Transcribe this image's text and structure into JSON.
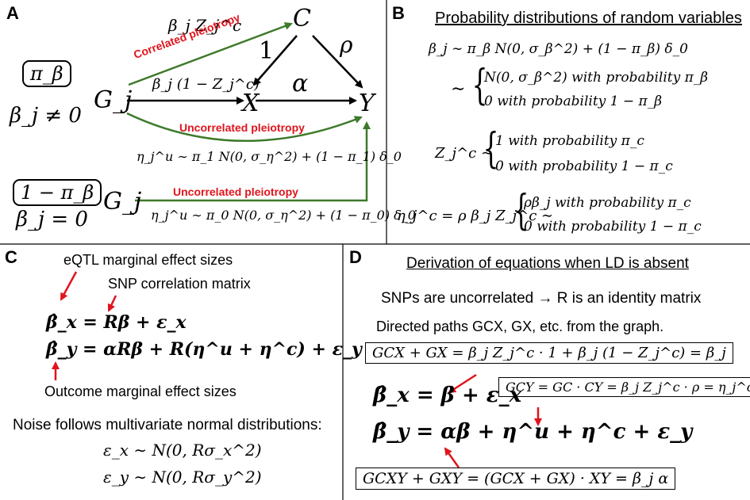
{
  "panels": {
    "a": {
      "letter": "A",
      "box1": "π_β",
      "cond1": "β_j ≠ 0",
      "box2": "1 − π_β",
      "cond2": "β_j = 0",
      "node_g": "G_j",
      "node_g2": "G_j",
      "node_c": "C",
      "node_x": "X",
      "node_y": "Y",
      "edge_alpha": "α",
      "edge_one": "1",
      "edge_rho": "ρ",
      "edge_bz": "β_j Z_j^c",
      "edge_bz2": "β_j (1 − Z_j^c)",
      "label_corr": "Correlated pleiotropy",
      "label_uncorr1": "Uncorrelated pleiotropy",
      "label_uncorr2": "Uncorrelated pleiotropy",
      "eq_eta1": "η_j^u ∼ π_1 N(0, σ_η^2) + (1 − π_1) δ_0",
      "eq_eta0": "η_j^u ∼ π_0 N(0, σ_η^2) + (1 − π_0) δ_0"
    },
    "b": {
      "letter": "B",
      "title": "Probability distributions of random variables",
      "eq_beta_main": "β_j ∼ π_β N(0, σ_β^2) + (1 − π_β) δ_0",
      "eq_beta_case1": "N(0, σ_β^2)   with probability π_β",
      "eq_beta_case2": "0   with probability 1 − π_β",
      "eq_z_lhs": "Z_j^c ∼",
      "eq_z_case1": "1   with probability π_c",
      "eq_z_case2": "0   with probability 1 − π_c",
      "eq_eta_lhs": "η_j^c = ρ β_j Z_j^c ∼",
      "eq_eta_case1": "ρβ_j   with probability π_c",
      "eq_eta_case2": "0   with probability 1 − π_c"
    },
    "c": {
      "letter": "C",
      "label_eqtl": "eQTL marginal effect sizes",
      "label_snp": "SNP correlation matrix",
      "eq_bx": "β̂_x = Rβ + ε_x",
      "eq_by": "β̂_y = αRβ + R(η^u + η^c) + ε_y",
      "label_outcome": "Outcome marginal effect sizes",
      "noise_text": "Noise follows multivariate normal distributions:",
      "eq_ex": "ε_x ∼ N(0, Rσ_x^2)",
      "eq_ey": "ε_y ∼ N(0, Rσ_y^2)"
    },
    "d": {
      "letter": "D",
      "title": "Derivation of equations when LD is absent",
      "line1": "SNPs are uncorrelated → R is an identity matrix",
      "line2": "Directed paths GCX, GX, etc. from the graph.",
      "box_gcx": "GCX + GX = β_j Z_j^c · 1 + β_j (1 − Z_j^c) = β_j",
      "box_gcy": "GCY = GC · CY = β_j Z_j^c · ρ = η_j^c",
      "eq_bx": "β̂_x = β + ε_x",
      "eq_by": "β̂_y = αβ + η^u + η^c + ε_y",
      "box_gcxy": "GCXY + GXY = (GCX + GX) · XY = β_j α"
    }
  },
  "colors": {
    "red": "#e0141c",
    "green": "#3c7a2a",
    "black": "#000000"
  }
}
